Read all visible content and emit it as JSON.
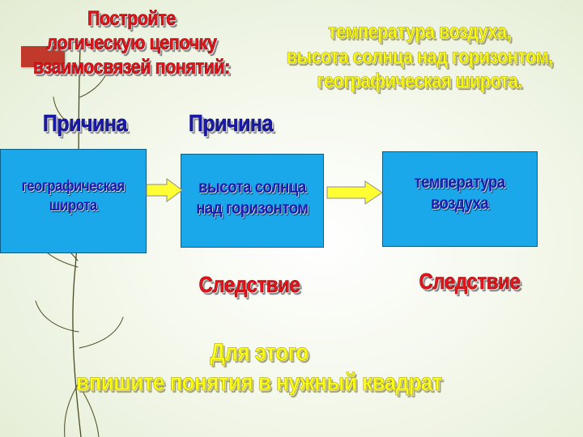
{
  "slide": {
    "title": "Постройте\nлогическую цепочку\nвзаимосвязей  понятий:",
    "terms": "температура воздуха,\nвысота солнца над горизонтом,\nгеографическая широта.",
    "cause_labels": [
      "Причина",
      "Причина"
    ],
    "effect_labels": [
      "Следствие",
      "Следствие"
    ],
    "boxes": [
      "географическая\nширота",
      "высота солнца\nнад горизонтом",
      "температура\nвоздуха"
    ],
    "instruction": "Для этого\nвпишите понятия в нужный квадрат"
  },
  "colors": {
    "box_fill": "#1ba8ea",
    "arrow_fill": "#ffff33",
    "red_text": "#e8141b",
    "yellow_text": "#ffff1a",
    "blue_text": "#1a1aa8",
    "accent_tab": "#c0392b"
  }
}
